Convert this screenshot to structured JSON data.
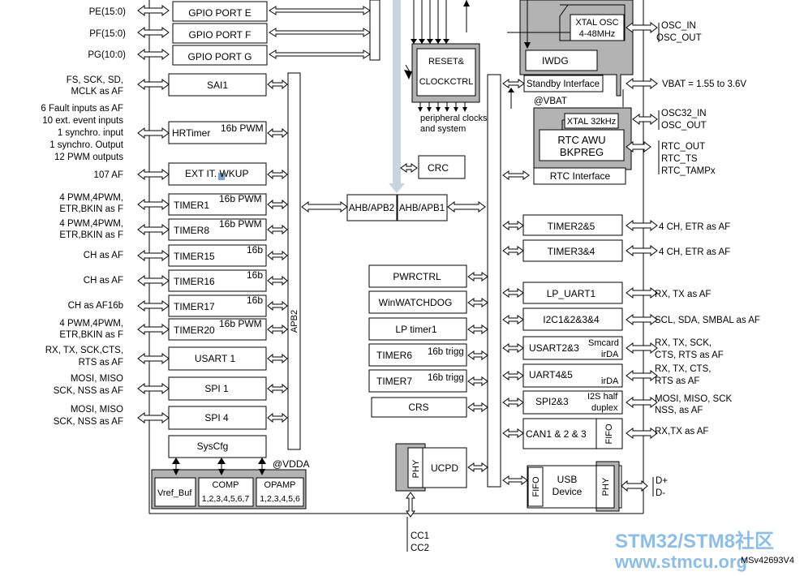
{
  "colors": {
    "gray_fill": "#b3b3b3",
    "blue_arrow": "#c8d5e0",
    "watermark": "#8ebee3",
    "highlight": "#7ba7cc"
  },
  "left_signals": {
    "pe": "PE(15:0)",
    "pf": "PF(15:0)",
    "pg": "PG(10:0)",
    "sai1_1": "FS, SCK, SD,",
    "sai1_2": "MCLK as AF",
    "hr1": "6 Fault inputs as AF",
    "hr2": "10 ext. event inputs",
    "hr3": "1 synchro. input",
    "hr4": "1 synchro. Output",
    "hr5": "12 PWM outputs",
    "exti": "107 AF",
    "t1a": "4 PWM,4PWM,",
    "t1b": "ETR,BKIN as F",
    "t8a": "4 PWM,4PWM,",
    "t8b": "ETR,BKIN as F",
    "t15": "CH as AF",
    "t16": "CH as AF",
    "t17": "CH as AF16b",
    "t20a": "4 PWM,4PWM,",
    "t20b": "ETR,BKIN as F",
    "us1a": "RX, TX, SCK,CTS,",
    "us1b": "RTS as AF",
    "spi1a": "MOSI, MISO",
    "spi1b": "SCK, NSS as AF",
    "spi4a": "MOSI, MISO",
    "spi4b": "SCK, NSS as AF"
  },
  "left_blocks": {
    "gpioe": "GPIO PORT E",
    "gpiof": "GPIO PORT F",
    "gpiog": "GPIO PORT G",
    "sai1": "SAI1",
    "hrtimer": "HRTimer",
    "hrtimer_sub": "16b PWM",
    "exti": "EXT IT. WKUP",
    "timer1": "TIMER1",
    "timer1_sub": "16b PWM",
    "timer8": "TIMER8",
    "timer8_sub": "16b PWM",
    "timer15": "TIMER15",
    "timer15_sub": "16b",
    "timer16": "TIMER16",
    "timer16_sub": "16b",
    "timer17": "TIMER17",
    "timer17_sub": "16b",
    "timer20": "TIMER20",
    "timer20_sub": "16b PWM",
    "usart1": "USART 1",
    "spi1": "SPI 1",
    "spi4": "SPI 4",
    "syscfg": "SysCfg"
  },
  "analog": {
    "vdda": "@VDDA",
    "vref": "Vref_Buf",
    "comp": "COMP",
    "comp_sub": "1,2,3,4,5,6,7",
    "opamp": "OPAMP",
    "opamp_sub": "1,2,3,4,5,6"
  },
  "bus": {
    "apb2": "APB2",
    "ahb_apb2": "AHB/APB2",
    "ahb_apb1": "AHB/APB1"
  },
  "center": {
    "reset1": "RESET&",
    "reset2": "CLOCKCTRL",
    "periph1": "peripheral clocks",
    "periph2": "and system",
    "crc": "CRC",
    "pwrctrl": "PWRCTRL",
    "winwd": "WinWATCHDOG",
    "lptimer": "LP timer1",
    "timer6": "TIMER6",
    "timer6_sub": "16b trigg",
    "timer7": "TIMER7",
    "timer7_sub": "16b trigg",
    "crs": "CRS",
    "phy": "PHY",
    "ucpd": "UCPD",
    "cc1": "CC1",
    "cc2": "CC2"
  },
  "right_blocks": {
    "xtal1": "XTAL OSC",
    "xtal2": "4-48MHz",
    "iwdg": "IWDG",
    "standby": "Standby Interface",
    "vbat_dom": "@VBAT",
    "xtal32": "XTAL 32kHz",
    "rtc1": "RTC AWU",
    "rtc2": "BKPREG",
    "rtcif": "RTC Interface",
    "timer25": "TIMER2&5",
    "timer34": "TIMER3&4",
    "lpuart": "LP_UART1",
    "i2c": "I2C1&2&3&4",
    "usart23": "USART2&3",
    "usart23_s1": "Smcard",
    "usart23_s2": "irDA",
    "uart45": "UART4&5",
    "uart45_s": "irDA",
    "spi23": "SPI2&3",
    "spi23_s1": "I2S half",
    "spi23_s2": "duplex",
    "can": "CAN1 & 2 & 3",
    "fifo": "FIFO",
    "usb1": "USB",
    "usb2": "Device",
    "phy": "PHY"
  },
  "right_signals": {
    "osc_in": "OSC_IN",
    "osc_out": "OSC_OUT",
    "vbat": "VBAT = 1.55 to 3.6V",
    "osc32_in": "OSC32_IN",
    "osc32_out": "OSC_OUT",
    "rtc_out": "RTC_OUT",
    "rtc_ts": "RTC_TS",
    "rtc_tamp": "RTC_TAMPx",
    "t25": "4 CH, ETR as AF",
    "t34": "4 CH, ETR as AF",
    "lpu": "RX, TX as AF",
    "i2c": "SCL, SDA, SMBAL as AF",
    "us23a": "RX, TX, SCK,",
    "us23b": "CTS, RTS as AF",
    "u45a": "RX, TX, CTS,",
    "u45b": "RTS as AF",
    "spi23a": "MOSI, MISO, SCK",
    "spi23b": "NSS, as AF",
    "can": "RX,TX as AF",
    "dp": "D+",
    "dm": "D-"
  },
  "footer": {
    "code": "MSv42693V4",
    "wm1": "STM32/STM8社区",
    "wm2": "www.stmcu.org"
  }
}
